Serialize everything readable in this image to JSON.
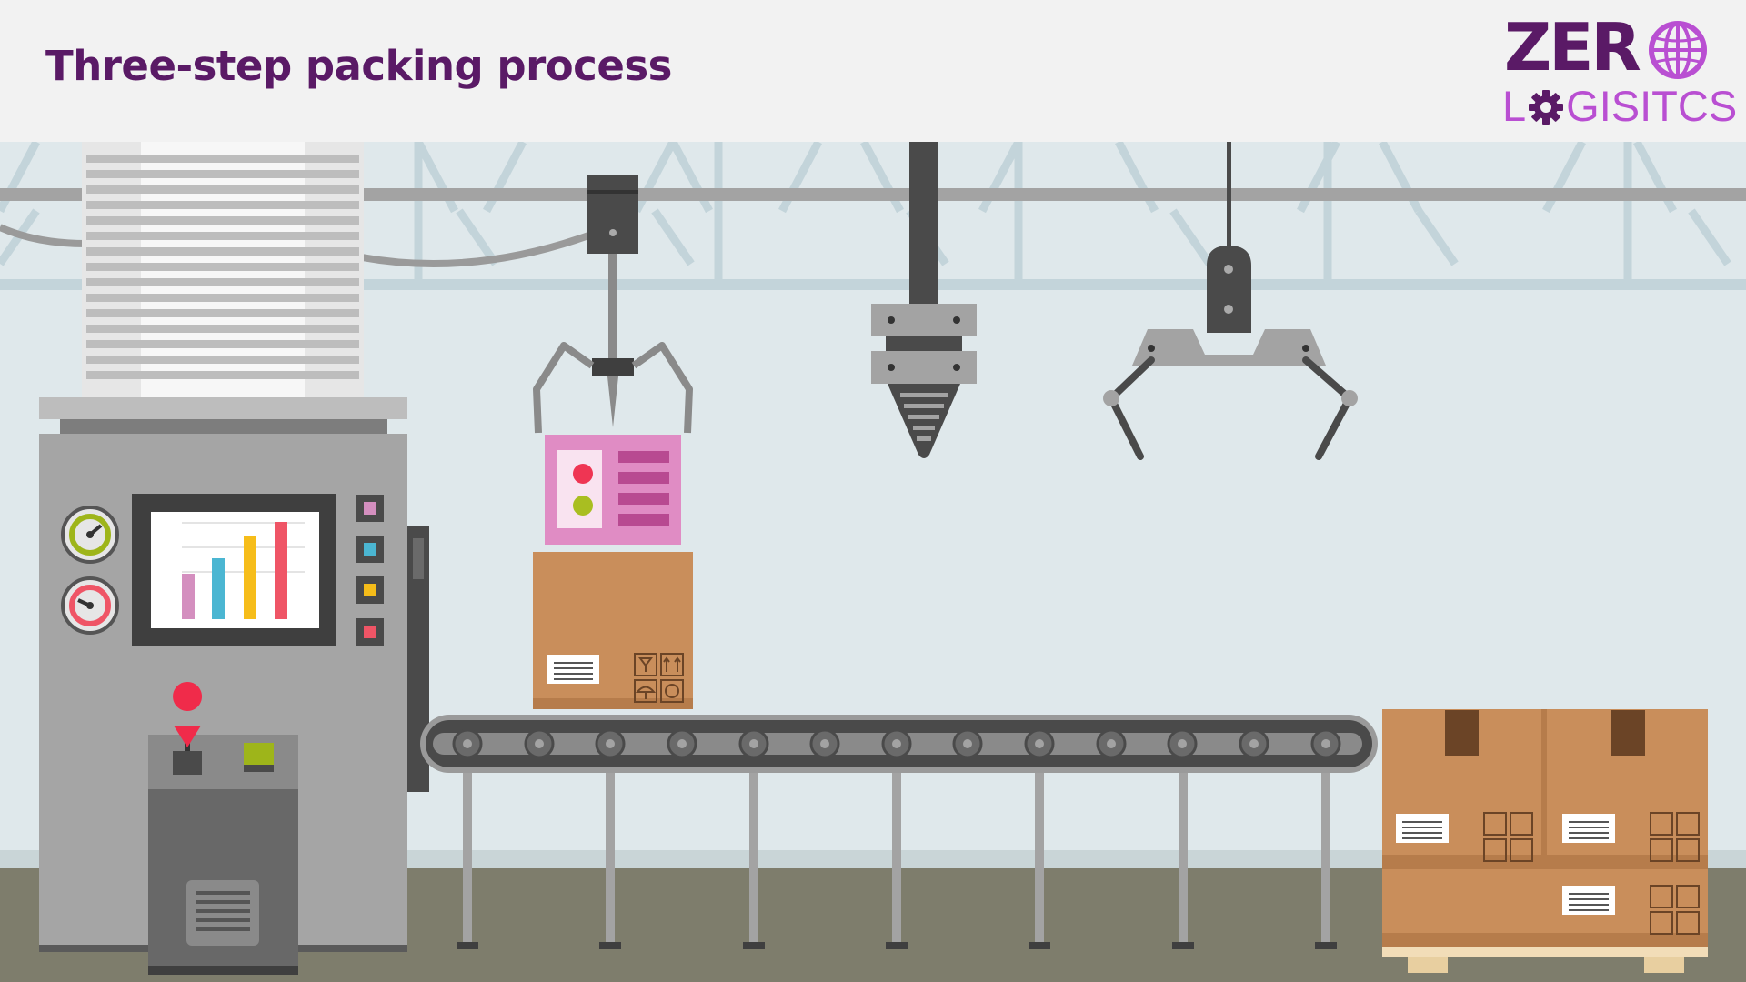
{
  "slide": {
    "title": "Three-step packing process"
  },
  "logo": {
    "line1": "ZER",
    "line2_first": "L",
    "line2_rest": "GISITCS",
    "colors": {
      "dark": "#5a1a66",
      "light": "#b94fd2"
    },
    "icons": [
      "globe-icon",
      "gear-icon"
    ]
  },
  "palette": {
    "wall": "#dfe8eb",
    "floor": "#7e7d6c",
    "machine": "#a5a5a5",
    "cardboard": "#c98e5b",
    "box_panel": "#e08cc4",
    "chart_bars": [
      "#d48fbf",
      "#4bb6d2",
      "#f6bd1a",
      "#ef5566"
    ]
  }
}
